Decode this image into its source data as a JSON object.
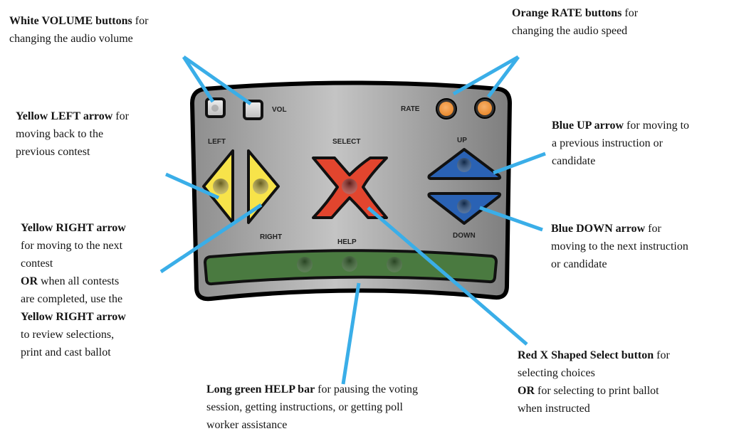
{
  "device": {
    "labels": {
      "vol": "VOL",
      "rate": "RATE",
      "left": "LEFT",
      "select": "SELECT",
      "up": "UP",
      "right": "RIGHT",
      "help": "HELP",
      "down": "DOWN"
    },
    "colors": {
      "body": "#a8a8a8",
      "outline": "#000000",
      "volume_button": "#e6e6e6",
      "rate_button": "#f0963c",
      "arrow_yellow": "#f7e34a",
      "select_red": "#e2452e",
      "arrow_blue": "#2a62b4",
      "help_green": "#4a7a40",
      "leader_line": "#3aaee8"
    }
  },
  "captions": {
    "volume": {
      "bold": "White VOLUME buttons",
      "rest1": " for",
      "line2": "changing the audio volume"
    },
    "rate": {
      "bold": "Orange RATE buttons",
      "rest1": " for",
      "line2": "changing the audio speed"
    },
    "left": {
      "bold": "Yellow LEFT arrow",
      "rest1": " for",
      "line2": "moving back to the",
      "line3": "previous contest"
    },
    "right": {
      "bold1": "Yellow RIGHT arrow",
      "line2": "for moving to the next",
      "line3": "contest",
      "or": "OR",
      "line4rest": " when all contests",
      "line5": "are completed, use the",
      "bold2": "Yellow RIGHT arrow",
      "line7": "to review selections,",
      "line8": "print and cast ballot"
    },
    "up": {
      "bold": "Blue UP arrow",
      "rest1": " for moving to",
      "line2": "a previous instruction or",
      "line3": "candidate"
    },
    "down": {
      "bold": "Blue DOWN arrow",
      "rest1": " for",
      "line2": "moving to the next instruction",
      "line3": "or candidate"
    },
    "select": {
      "bold": "Red X Shaped Select button",
      "rest1": " for",
      "line2": "selecting choices",
      "or": "OR",
      "line3rest": " for selecting to print ballot",
      "line4": "when instructed"
    },
    "help": {
      "bold": "Long green HELP bar",
      "rest1": " for pausing the voting",
      "line2": "session, getting instructions, or getting poll",
      "line3": "worker assistance"
    }
  }
}
